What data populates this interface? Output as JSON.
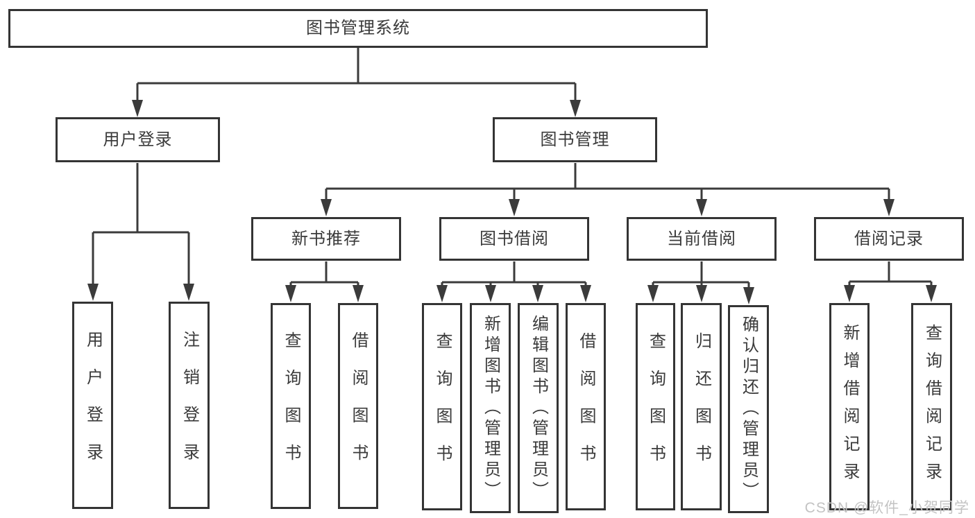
{
  "nodes": {
    "root": "图书管理系统",
    "user_login": "用户登录",
    "book_mgmt": "图书管理",
    "new_book_rec": "新书推荐",
    "book_borrow": "图书借阅",
    "current_borrow": "当前借阅",
    "borrow_record": "借阅记录",
    "leaf_user_login": "用户登录",
    "leaf_logout": "注销登录",
    "leaf_query_book_a": "查询图书",
    "leaf_borrow_book_a": "借阅图书",
    "leaf_query_book_b": "查询图书",
    "leaf_add_book": "新增图书（管理员）",
    "leaf_edit_book": "编辑图书（管理员）",
    "leaf_borrow_book_b": "借阅图书",
    "leaf_query_book_c": "查询图书",
    "leaf_return_book": "归还图书",
    "leaf_confirm_return": "确认归还（管理员）",
    "leaf_add_record": "新增借阅记录",
    "leaf_query_record": "查询借阅记录"
  },
  "watermark": "CSDN @软件_小贺同学",
  "colors": {
    "line": "#3b3b3b",
    "box_border": "#343434",
    "text": "#3a3a3a",
    "watermark": "#c3c3c3",
    "background": "#ffffff"
  }
}
